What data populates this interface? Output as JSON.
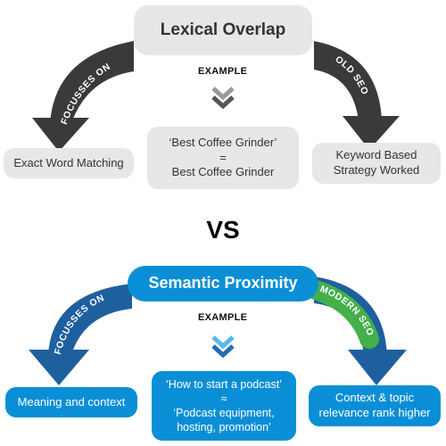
{
  "lexical": {
    "title": "Lexical Overlap",
    "example_label": "EXAMPLE",
    "left_arrow_label": "FOCUSSES ON",
    "right_arrow_label": "OLD SEO",
    "left_box": "Exact Word Matching",
    "center_box": {
      "line1": "‘Best Coffee Grinder’",
      "line2": "=",
      "line3": "Best Coffee Grinder"
    },
    "right_box": {
      "line1": "Keyword Based",
      "line2": "Strategy Worked"
    }
  },
  "versus": "VS",
  "semantic": {
    "title": "Semantic Proximity",
    "example_label": "EXAMPLE",
    "left_arrow_label": "FOCUSSES ON",
    "right_arrow_label": "MODERN SEO",
    "left_box": "Meaning and context",
    "center_box": {
      "line1": "‘How to start a podcast’",
      "line2": "≈",
      "line3": "‘Podcast equipment,",
      "line4": "hosting, promotion’"
    },
    "right_box": {
      "line1": "Context & topic",
      "line2": "relevance rank higher"
    }
  },
  "colors": {
    "gray_box": "#e6e7e8",
    "blue_box": "#0a8fd6",
    "dark_arrow": "#3a3a3a",
    "blue_arrow": "#1e5f9e",
    "green_badge": "#44b04a"
  },
  "icons": {
    "top_down": "double-chevron-down-icon gray",
    "bottom_down": "double-chevron-down-icon blue"
  }
}
